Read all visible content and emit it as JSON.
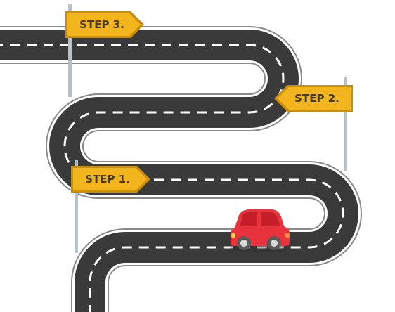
{
  "signs": [
    {
      "label": "STEP 1."
    },
    {
      "label": "STEP 2."
    },
    {
      "label": "STEP 3."
    }
  ],
  "colors": {
    "road": "#3a3a3a",
    "road_edge": "#8a8a8a",
    "lane_marking": "#ffffff",
    "sign_fill": "#f2b51e",
    "sign_border": "#c98f0c",
    "sign_text": "#4a3a20",
    "pole": "#b8c0c8",
    "car_body": "#e8323c",
    "car_window": "#d01f2a"
  },
  "icons": {
    "vehicle": "red-car-icon"
  }
}
